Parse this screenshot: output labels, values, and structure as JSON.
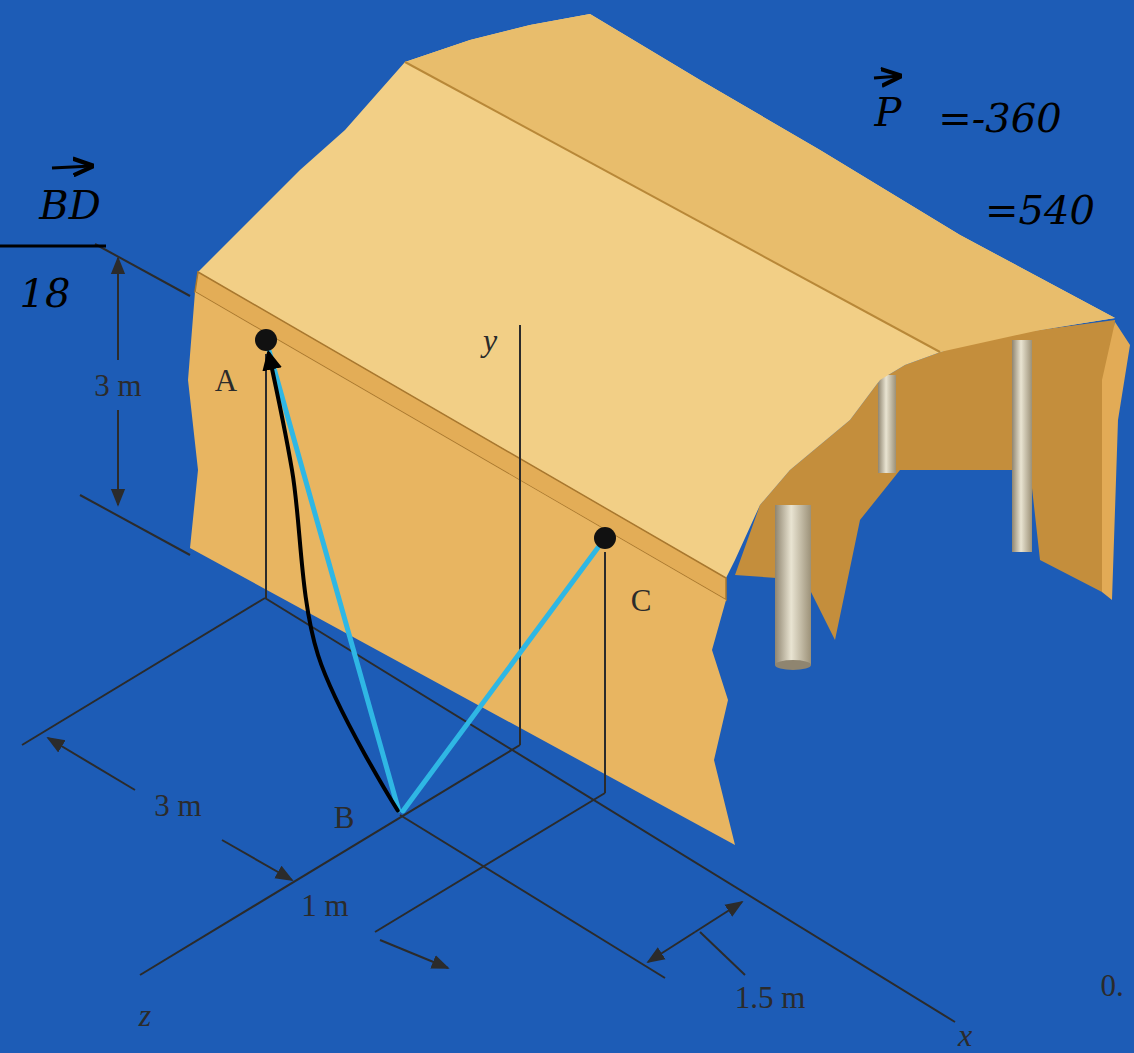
{
  "diagram": {
    "nodes": [
      {
        "text": [
          "A"
        ]
      },
      {
        "text": [
          "C"
        ]
      },
      {
        "text": [
          "B"
        ]
      }
    ],
    "edges": [
      {
        "from": 0,
        "to": 2,
        "arrow": "none"
      },
      {
        "from": 2,
        "to": 1,
        "arrow": "none"
      },
      {
        "from": 2,
        "to": 0,
        "arrow": "to"
      }
    ],
    "labels": [
      "3 m",
      "y",
      "3 m",
      "1 m",
      "1.5 m",
      "z",
      "x",
      "BD",
      "18",
      "P",
      "=-360",
      "=540",
      "0."
    ]
  }
}
